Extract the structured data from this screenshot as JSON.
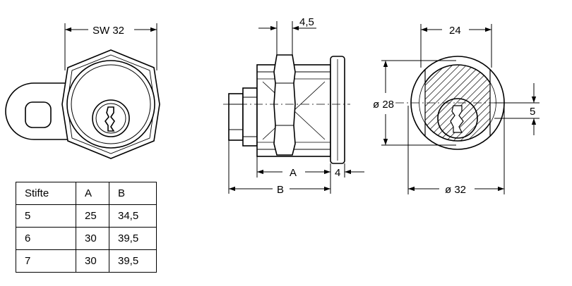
{
  "dimensions": {
    "sw": "SW 32",
    "top_width": "4,5",
    "a": "A",
    "four": "4",
    "b": "B",
    "d28": "ø 28",
    "d24": "24",
    "d5": "5",
    "d32": "ø 32"
  },
  "table": {
    "headers": [
      "Stifte",
      "A",
      "B"
    ],
    "rows": [
      [
        "5",
        "25",
        "34,5"
      ],
      [
        "6",
        "30",
        "39,5"
      ],
      [
        "7",
        "30",
        "39,5"
      ]
    ]
  }
}
